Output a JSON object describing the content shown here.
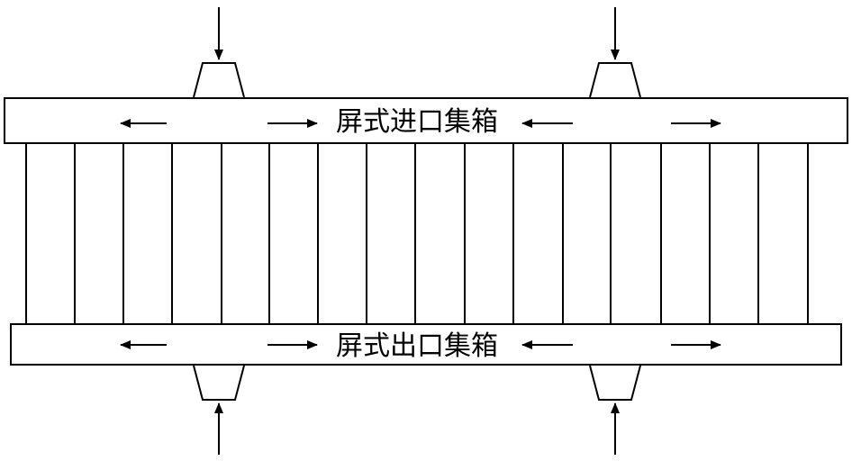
{
  "inlet_header": {
    "label": "屏式进口集箱"
  },
  "outlet_header": {
    "label": "屏式出口集箱"
  },
  "colors": {
    "line": "#000000",
    "background": "#ffffff"
  },
  "tube_count": 17
}
